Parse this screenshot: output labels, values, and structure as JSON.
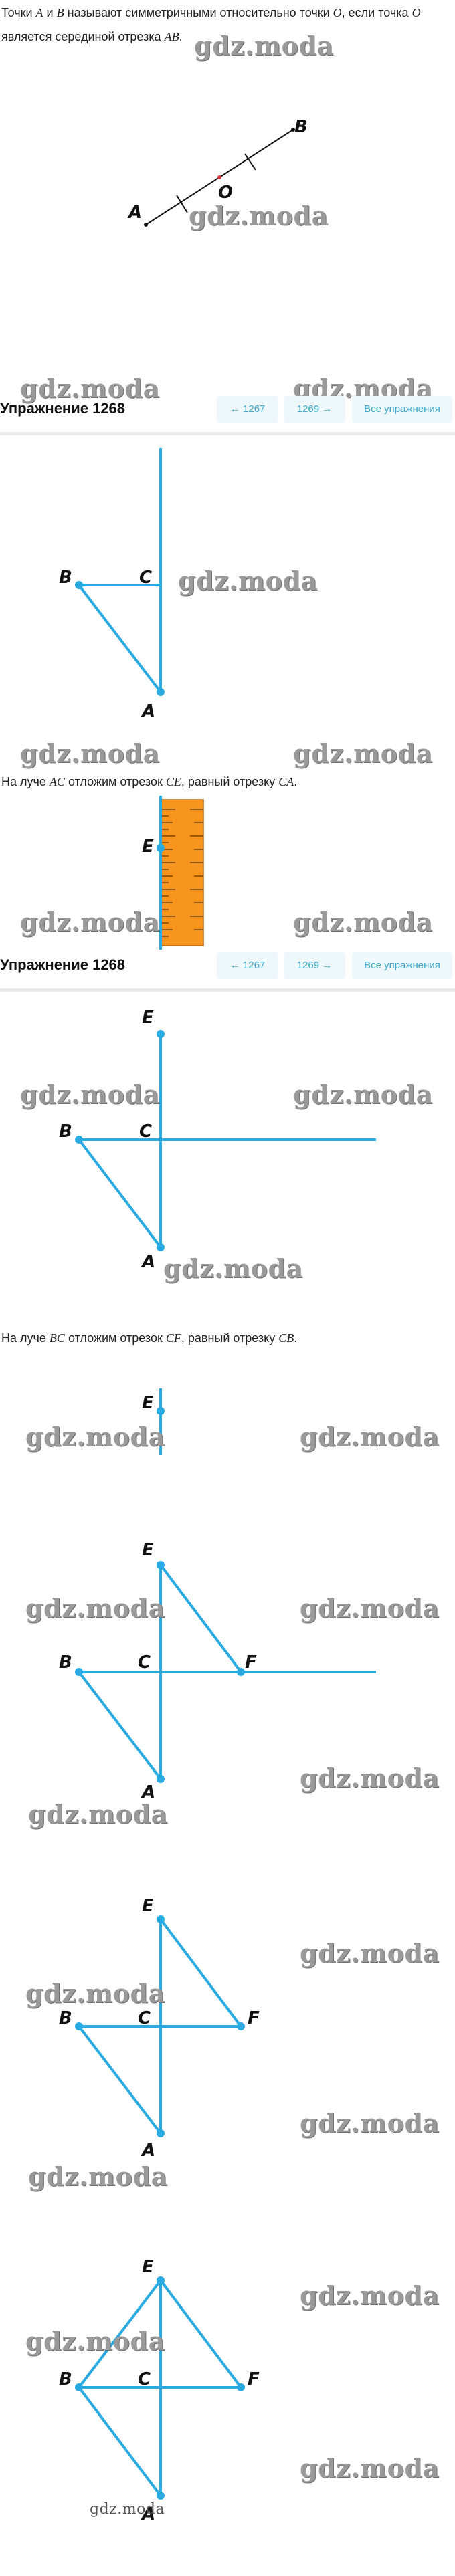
{
  "intro": {
    "line1_a": "Точки",
    "A": "A",
    "and": "и",
    "B": "B",
    "line1_b": "называют симметричными относительно точки",
    "O": "O",
    "line1_c": ", если точка",
    "O2": "O",
    "line2_a": "является серединой отрезка",
    "AB": "AB",
    "period": "."
  },
  "watermark": "gdz.moda",
  "exercise": {
    "title": "Упражнение 1268",
    "prev_label": "← 1267",
    "next_label": "1269 →",
    "all_label": "Все упражнения"
  },
  "step1": {
    "t1": "На луче",
    "ray": "AC",
    "t2": "отложим отрезок",
    "seg": "CE",
    "t3": ", равный отрезку",
    "eq": "CA",
    "t4": "."
  },
  "step2": {
    "t1": "На луче",
    "ray": "BC",
    "t2": "отложим отрезок",
    "seg": "CF",
    "t3": ", равный отрезку",
    "eq": "CB",
    "t4": "."
  },
  "labels": {
    "A": "A",
    "B": "B",
    "C": "C",
    "E": "E",
    "F": "F",
    "O": "O"
  },
  "colors": {
    "figure": "#29abe2",
    "ruler": "#f7941d",
    "button_bg": "#eef8fb",
    "button_text": "#3aa6c8"
  }
}
